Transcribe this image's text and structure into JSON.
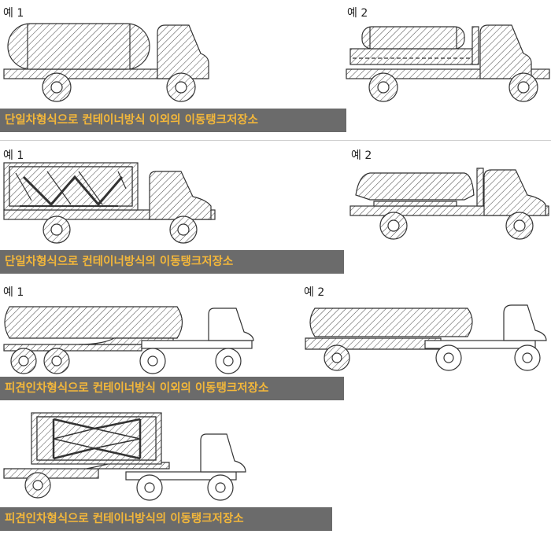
{
  "sections": [
    {
      "ex1": "예 1",
      "ex2": "예 2",
      "banner": "단일차형식으로 컨테이너방식 이외의 이동탱크저장소"
    },
    {
      "ex1": "예 1",
      "ex2": "예 2",
      "banner": "단일차형식으로 컨테이너방식의 이동탱크저장소"
    },
    {
      "ex1": "예 1",
      "ex2": "예 2",
      "banner": "피견인차형식으로 컨테이너방식 이외의 이동탱크저장소"
    },
    {
      "banner": "피견인차형식으로 컨테이너방식의 이동탱크저장소"
    }
  ],
  "colors": {
    "banner_bg": "#6b6b6b",
    "banner_text": "#f3b73a",
    "line": "#333333"
  }
}
